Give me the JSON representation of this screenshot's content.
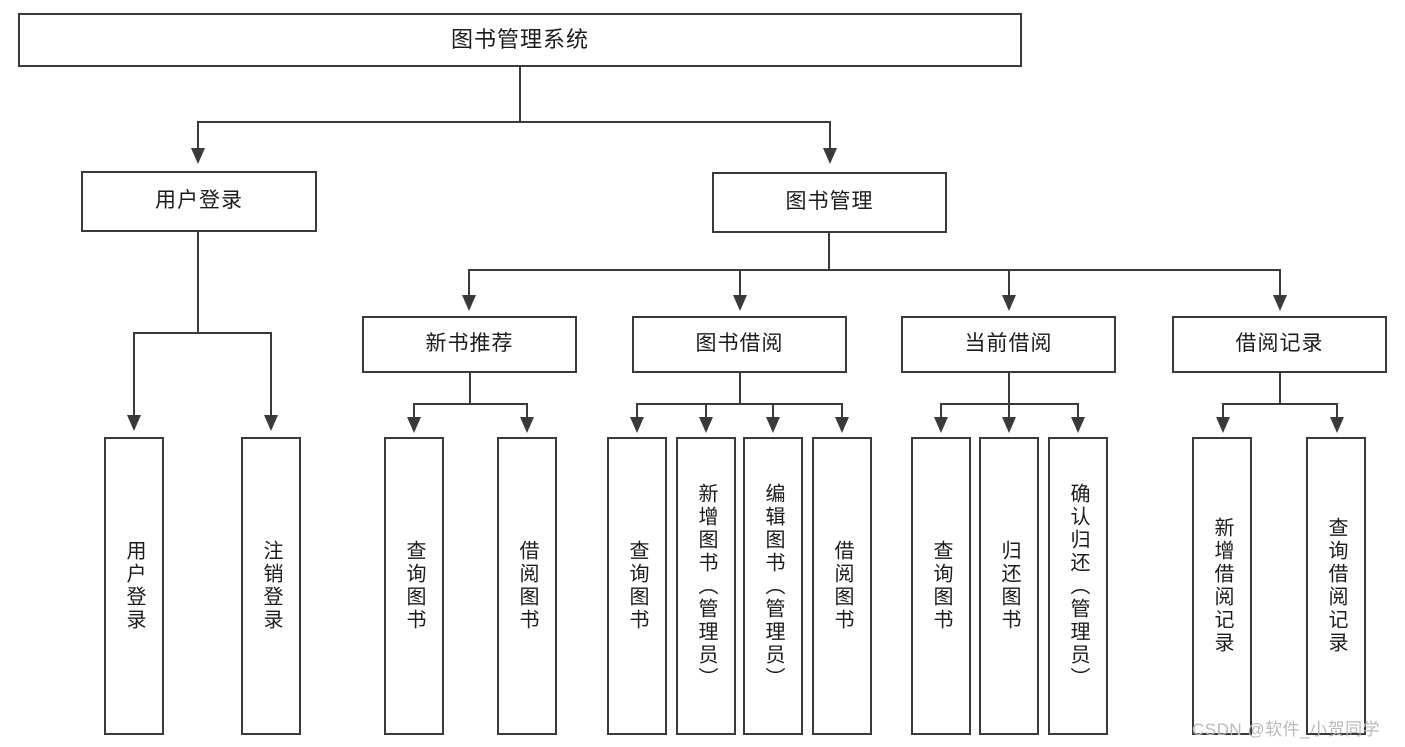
{
  "diagram": {
    "type": "tree-hierarchy-diagram",
    "title": "图书管理系统",
    "colors": {
      "stroke": "#3a3a3a",
      "fill": "#ffffff",
      "text": "#1b1b1b",
      "watermark": "#b9b9b9"
    },
    "levels": {
      "root": {
        "label": "图书管理系统"
      },
      "level2": [
        {
          "label": "用户登录"
        },
        {
          "label": "图书管理"
        }
      ],
      "level3": [
        {
          "label": "新书推荐"
        },
        {
          "label": "图书借阅"
        },
        {
          "label": "当前借阅"
        },
        {
          "label": "借阅记录"
        }
      ],
      "leaves": {
        "user_login": [
          {
            "label": "用户登录"
          },
          {
            "label": "注销登录"
          }
        ],
        "new_book_recommend": [
          {
            "label": "查询图书"
          },
          {
            "label": "借阅图书"
          }
        ],
        "book_borrow": [
          {
            "label": "查询图书"
          },
          {
            "label": "新增图书（管理员）"
          },
          {
            "label": "编辑图书（管理员）"
          },
          {
            "label": "借阅图书"
          }
        ],
        "current_borrow": [
          {
            "label": "查询图书"
          },
          {
            "label": "归还图书"
          },
          {
            "label": "确认归还（管理员）"
          }
        ],
        "borrow_record": [
          {
            "label": "新增借阅记录"
          },
          {
            "label": "查询借阅记录"
          }
        ]
      }
    },
    "watermark": "CSDN @软件_小贺同学"
  }
}
